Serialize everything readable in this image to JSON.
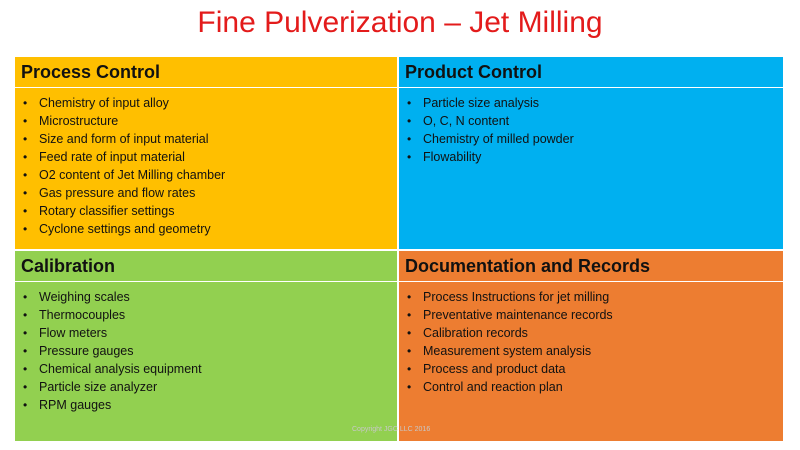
{
  "title": "Fine Pulverization – Jet Milling",
  "colors": {
    "title": "#e31b1b",
    "process_control": "#ffbf00",
    "product_control": "#00b0f0",
    "calibration": "#92d050",
    "documentation": "#ed7d31"
  },
  "quadrants": [
    {
      "heading": "Process Control",
      "items": [
        "Chemistry of input alloy",
        "Microstructure",
        "Size and form of input material",
        "Feed rate of input material",
        "O2 content of Jet Milling chamber",
        "Gas pressure and flow rates",
        "Rotary classifier settings",
        "Cyclone settings and geometry"
      ]
    },
    {
      "heading": "Product Control",
      "items": [
        "Particle size analysis",
        "O, C, N  content",
        "Chemistry of milled powder",
        "Flowability"
      ]
    },
    {
      "heading": "Calibration",
      "items": [
        "Weighing scales",
        "Thermocouples",
        "Flow meters",
        "Pressure gauges",
        "Chemical analysis equipment",
        "Particle size analyzer",
        "RPM gauges"
      ]
    },
    {
      "heading": "Documentation and Records",
      "items": [
        "Process Instructions for jet milling",
        "Preventative maintenance records",
        "Calibration records",
        "Measurement system analysis",
        "Process and product data",
        "Control and reaction plan"
      ]
    }
  ],
  "footer": "Copyright JGC LLC 2016"
}
